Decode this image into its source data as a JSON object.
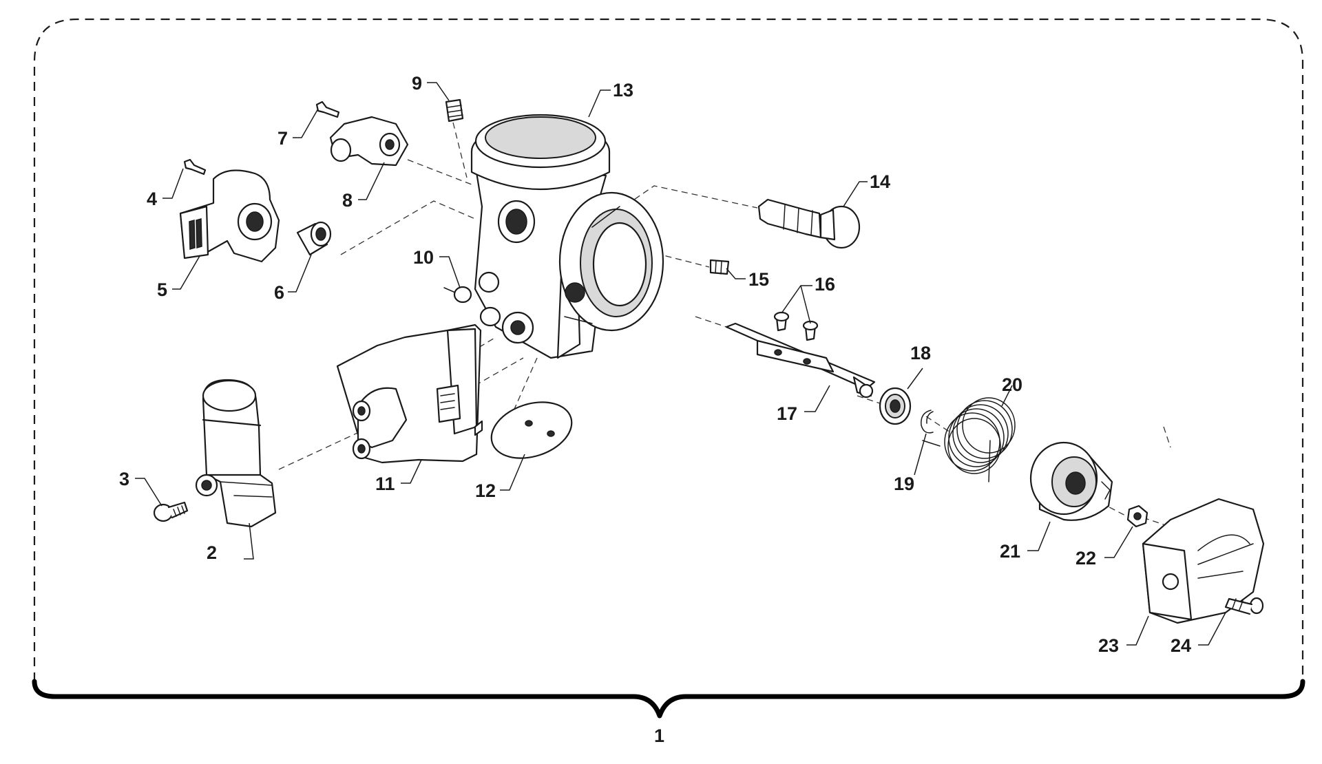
{
  "callouts": [
    {
      "id": "1",
      "label": "1"
    },
    {
      "id": "2",
      "label": "2"
    },
    {
      "id": "3",
      "label": "3"
    },
    {
      "id": "4",
      "label": "4"
    },
    {
      "id": "5",
      "label": "5"
    },
    {
      "id": "6",
      "label": "6"
    },
    {
      "id": "7",
      "label": "7"
    },
    {
      "id": "8",
      "label": "8"
    },
    {
      "id": "9",
      "label": "9"
    },
    {
      "id": "10",
      "label": "10"
    },
    {
      "id": "11",
      "label": "11"
    },
    {
      "id": "12",
      "label": "12"
    },
    {
      "id": "13",
      "label": "13"
    },
    {
      "id": "14",
      "label": "14"
    },
    {
      "id": "15",
      "label": "15"
    },
    {
      "id": "16",
      "label": "16"
    },
    {
      "id": "17",
      "label": "17"
    },
    {
      "id": "18",
      "label": "18"
    },
    {
      "id": "19",
      "label": "19"
    },
    {
      "id": "20",
      "label": "20"
    },
    {
      "id": "21",
      "label": "21"
    },
    {
      "id": "22",
      "label": "22"
    },
    {
      "id": "23",
      "label": "23"
    },
    {
      "id": "24",
      "label": "24"
    }
  ],
  "colors": {
    "line": "#1a1a1a",
    "background": "#ffffff"
  }
}
